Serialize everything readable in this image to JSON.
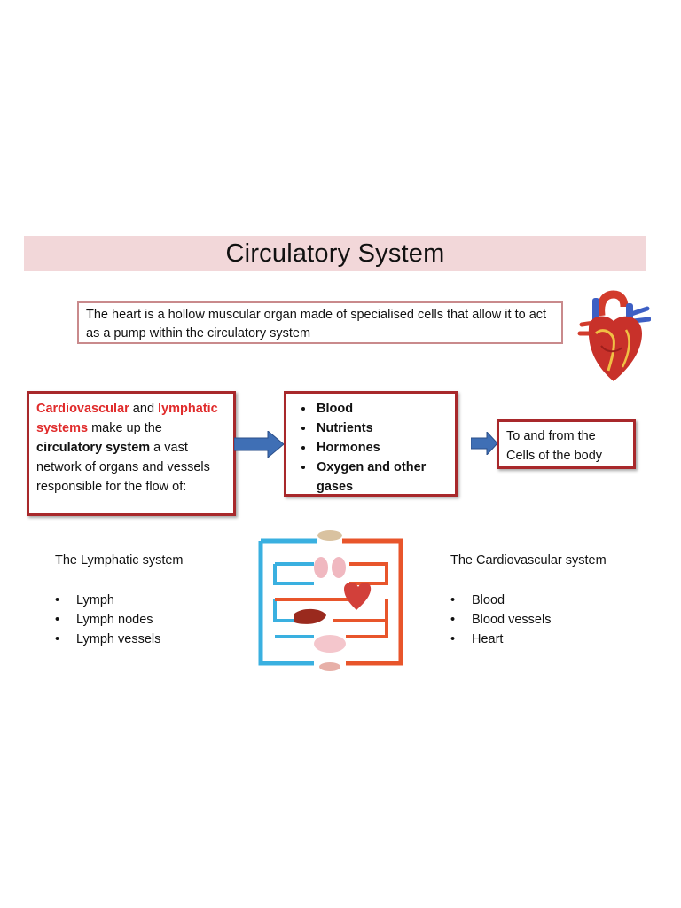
{
  "title": "Circulatory System",
  "intro": "The heart is a hollow muscular organ made of  specialised cells that allow it to act as a pump within the circulatory system",
  "box_a": {
    "part1": "Cardiovascular",
    "part2": " and ",
    "part3": "lymphatic systems",
    "part4": " make up the ",
    "part5": "circulatory system",
    "part6": " a vast network of organs and vessels responsible for the flow of:"
  },
  "flow_items": [
    "Blood",
    "Nutrients",
    "Hormones",
    "Oxygen and other gases"
  ],
  "destination": "To and from the Cells of the body",
  "lymphatic": {
    "title": "The Lymphatic system",
    "items": [
      "Lymph",
      "Lymph nodes",
      "Lymph vessels"
    ]
  },
  "cardiovascular": {
    "title": "The Cardiovascular system",
    "items": [
      "Blood",
      "Blood vessels",
      "Heart"
    ]
  },
  "colors": {
    "title_bg": "#f2d7d9",
    "box_border": "#a8282b",
    "highlight_red": "#e02b2b",
    "arrow_blue": "#3f6fb5",
    "artery_red": "#e8552b",
    "vein_blue": "#3ab0e0"
  },
  "icons": [
    "heart-illustration",
    "circulation-diagram",
    "right-arrow"
  ]
}
